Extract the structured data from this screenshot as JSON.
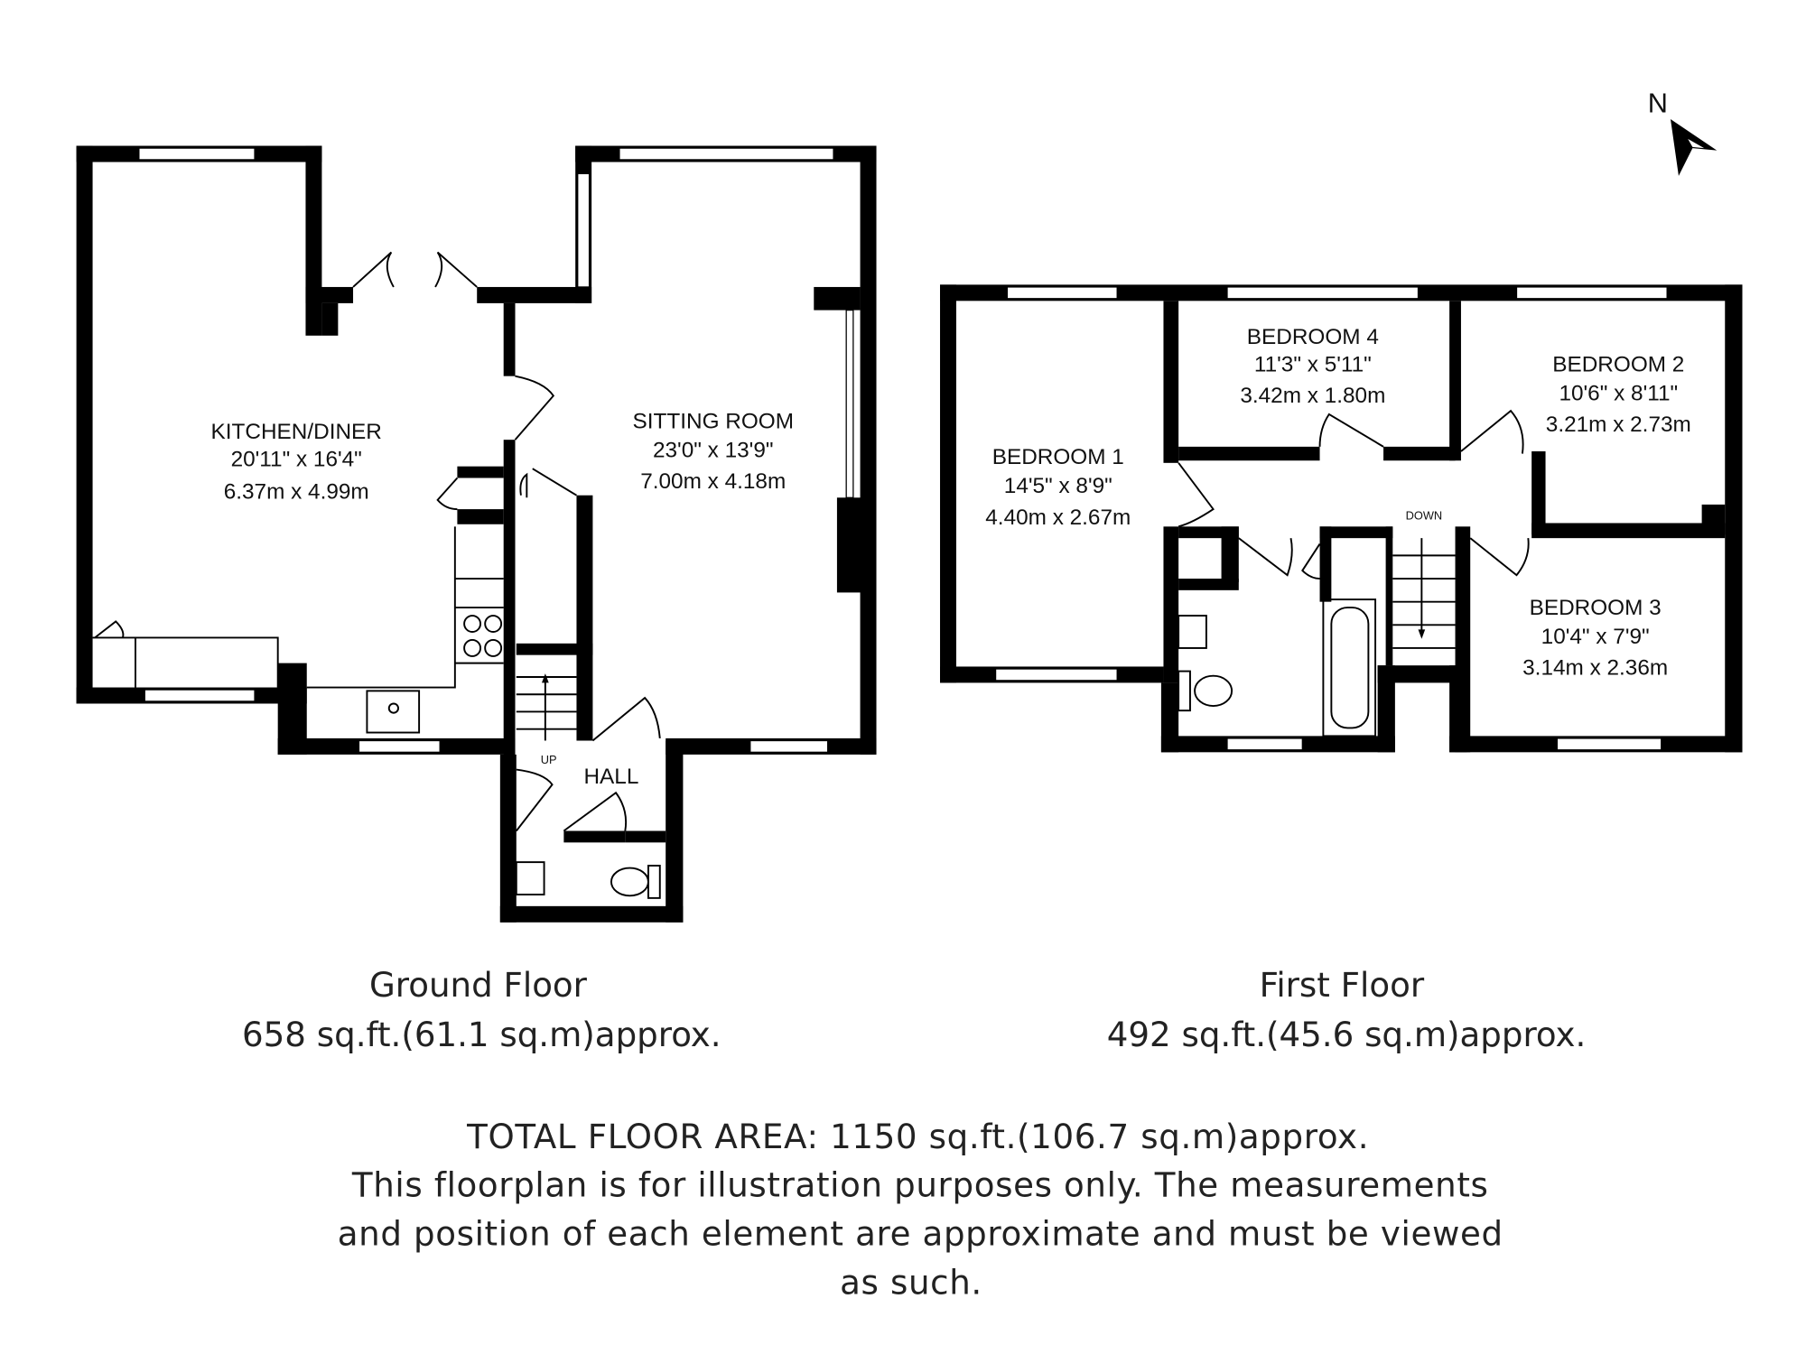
{
  "compass": {
    "label": "N"
  },
  "ground_floor": {
    "rooms": [
      {
        "name": "KITCHEN/DINER",
        "imperial": "20'11\" x 16'4\"",
        "metric": "6.37m x 4.99m"
      },
      {
        "name": "SITTING ROOM",
        "imperial": "23'0\" x 13'9\"",
        "metric": "7.00m x 4.18m"
      },
      {
        "name": "HALL"
      }
    ],
    "stairs_label": "UP",
    "title": "Ground Floor",
    "area": "658 sq.ft.(61.1 sq.m)approx."
  },
  "first_floor": {
    "rooms": [
      {
        "name": "BEDROOM 1",
        "imperial": "14'5\" x 8'9\"",
        "metric": "4.40m x 2.67m"
      },
      {
        "name": "BEDROOM 4",
        "imperial": "11'3\" x 5'11\"",
        "metric": "3.42m x 1.80m"
      },
      {
        "name": "BEDROOM 2",
        "imperial": "10'6\" x 8'11\"",
        "metric": "3.21m x 2.73m"
      },
      {
        "name": "BEDROOM 3",
        "imperial": "10'4\" x 7'9\"",
        "metric": "3.14m x 2.36m"
      }
    ],
    "stairs_label": "DOWN",
    "title": "First Floor",
    "area": "492 sq.ft.(45.6 sq.m)approx."
  },
  "footer": {
    "total": "TOTAL FLOOR AREA: 1150 sq.ft.(106.7 sq.m)approx.",
    "disclaimer": [
      "This floorplan is for illustration purposes only. The measurements",
      "and position of each element are approximate and must be viewed",
      "as such."
    ]
  }
}
